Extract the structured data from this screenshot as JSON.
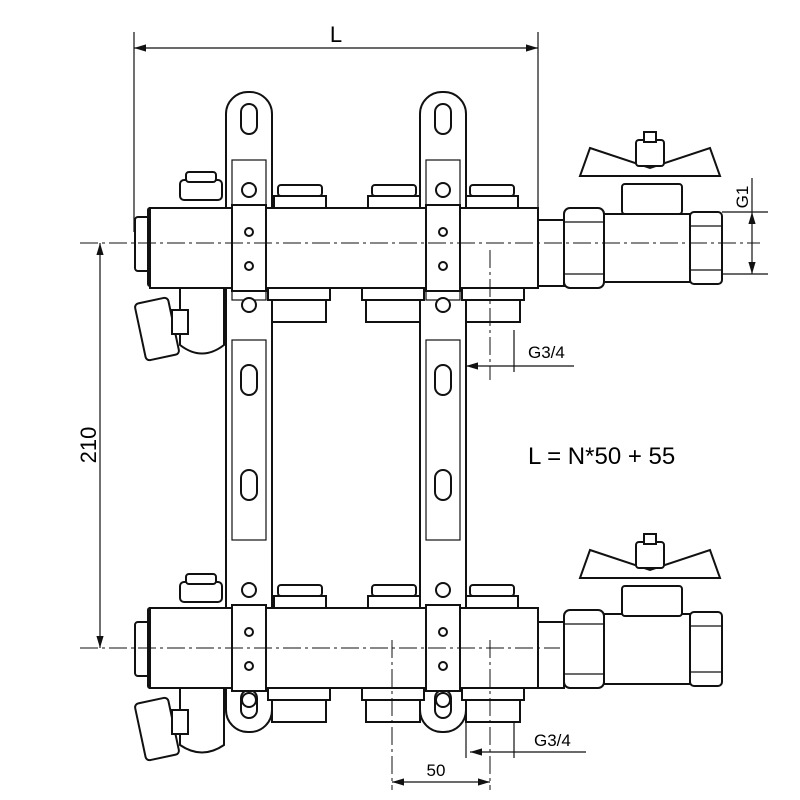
{
  "labels": {
    "length": "L",
    "height": "210",
    "outlet_thread_top": "G3/4",
    "outlet_thread_bottom": "G3/4",
    "inlet_thread": "G1",
    "spacing": "50",
    "formula": "L = N*50 + 55"
  }
}
